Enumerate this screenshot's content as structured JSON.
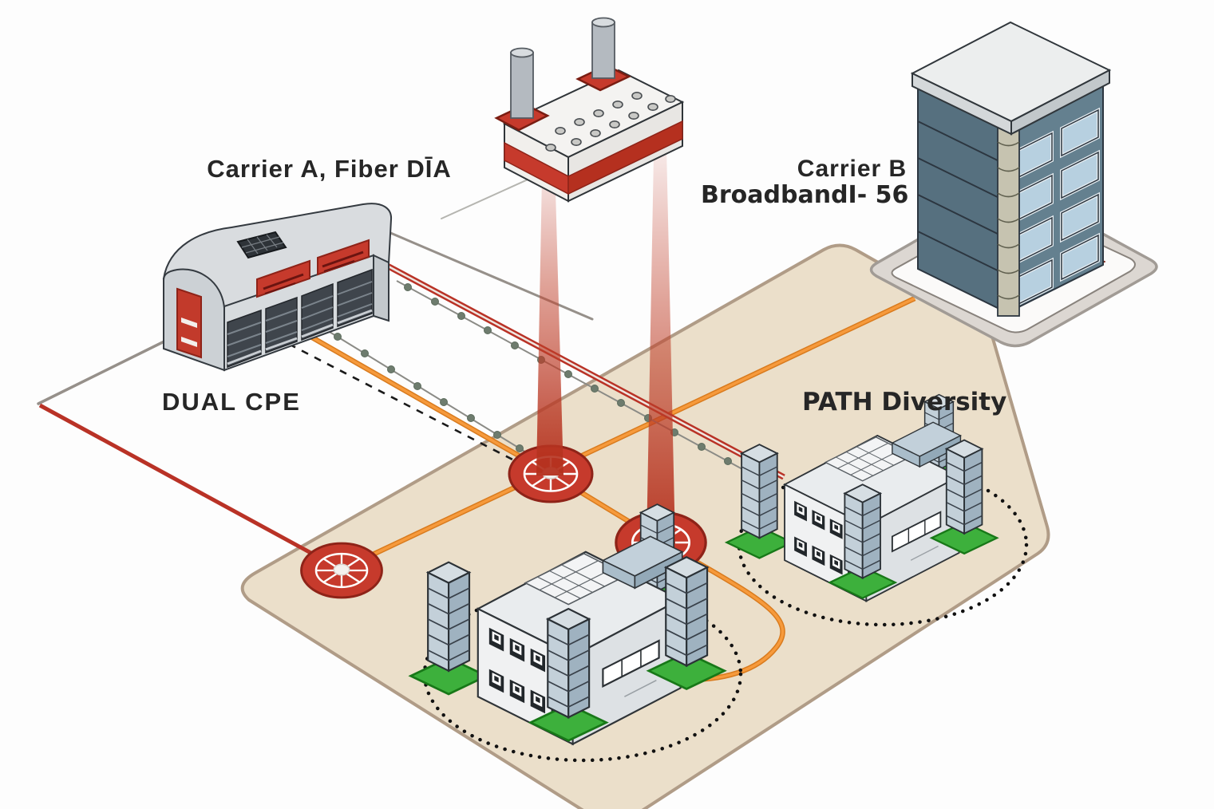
{
  "scene": {
    "labels": {
      "carrier_a": "Carrier A, Fiber DĪA",
      "carrier_b_line1": "Carrier B",
      "carrier_b_line2": "BroadbandI- 56",
      "dual_cpe": "DUAL CPE",
      "path_diversity": "PATH Diversity"
    },
    "colors": {
      "fiber_red": "#c0392b",
      "fiber_orange": "#f39237",
      "ground_tan": "#ebdfca",
      "platform_white": "#fbfaf9",
      "pad_green": "#3db03c",
      "building_slate": "#5d7384",
      "dark_outline": "#2f3438"
    }
  }
}
